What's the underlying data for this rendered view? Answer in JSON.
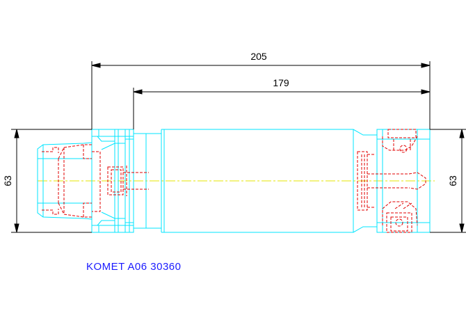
{
  "drawing": {
    "part_number": "KOMET A06 30360",
    "dimensions": {
      "overall_length": "205",
      "body_length": "179",
      "left_diameter": "63",
      "right_diameter": "63"
    },
    "colors": {
      "outline": "#00e5ff",
      "hidden": "#e00000",
      "centerline": "#e6e600",
      "dimension": "#000000",
      "label": "#1a1aff"
    }
  }
}
